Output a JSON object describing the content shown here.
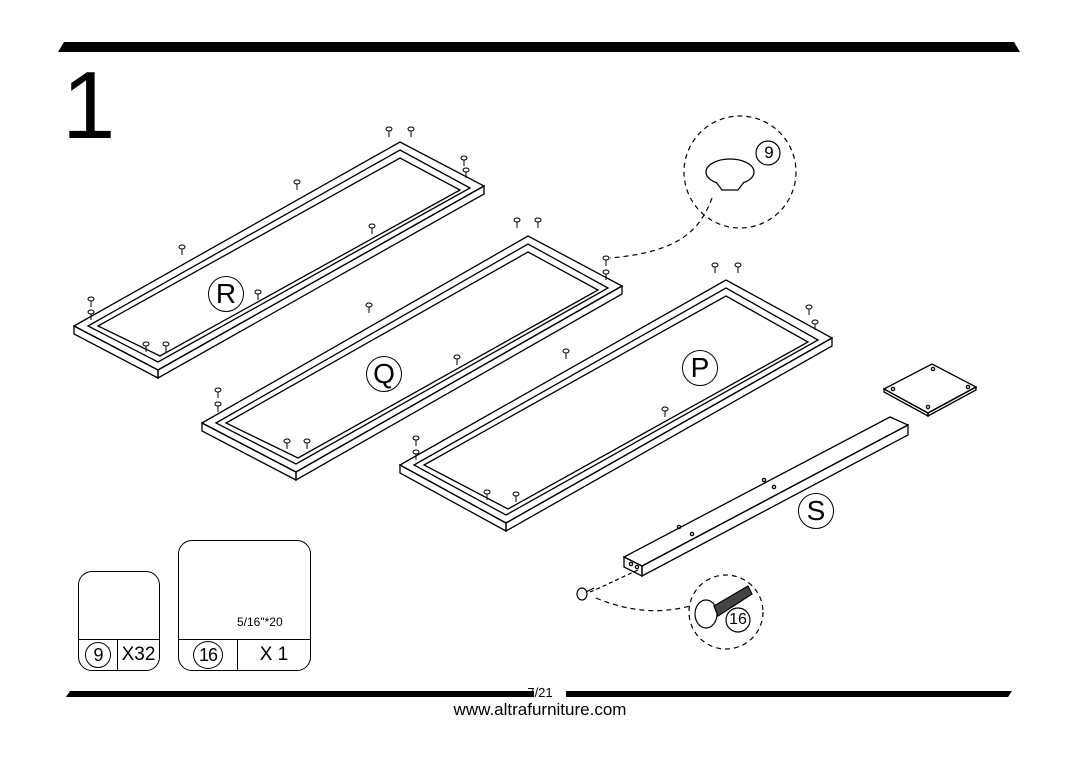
{
  "step": {
    "number": "1"
  },
  "parts": {
    "r_label": "R",
    "q_label": "Q",
    "p_label": "P",
    "s_label": "S"
  },
  "callouts": {
    "knob_callout_num": "9",
    "bolt_callout_num": "16"
  },
  "hardware": [
    {
      "number": "9",
      "quantity": "X32",
      "icon": "knob-foot-icon"
    },
    {
      "number": "16",
      "quantity": "X 1",
      "size": "5/16\"*20",
      "icon": "bolt-icon"
    }
  ],
  "footer": {
    "page": "7/21",
    "website": "www.altrafurniture.com"
  }
}
